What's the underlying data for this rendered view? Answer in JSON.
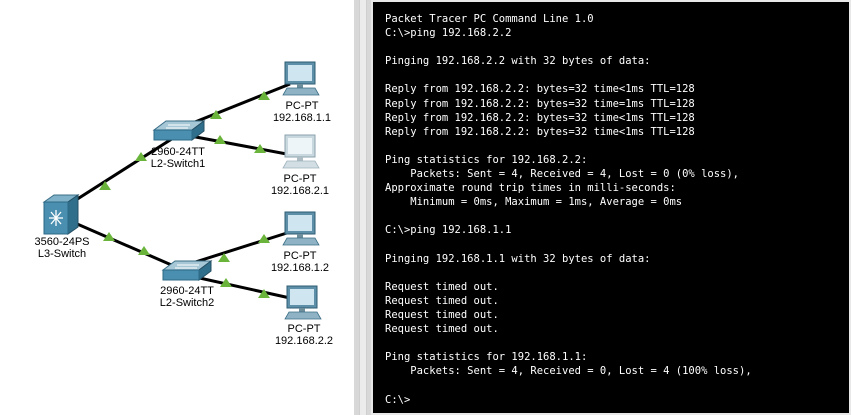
{
  "topology": {
    "devices": [
      {
        "id": "l3-switch",
        "model": "3560-24PS",
        "name": "L3-Switch"
      },
      {
        "id": "l2-switch1",
        "model": "2960-24TT",
        "name": "L2-Switch1"
      },
      {
        "id": "l2-switch2",
        "model": "2960-24TT",
        "name": "L2-Switch2"
      },
      {
        "id": "pc1",
        "model": "PC-PT",
        "name": "192.168.1.1"
      },
      {
        "id": "pc2",
        "model": "PC-PT",
        "name": "192.168.2.1"
      },
      {
        "id": "pc3",
        "model": "PC-PT",
        "name": "192.168.1.2"
      },
      {
        "id": "pc4",
        "model": "PC-PT",
        "name": "192.168.2.2"
      }
    ],
    "link_color": "#000000",
    "link_status_color": "#6ab43c"
  },
  "terminal": {
    "title": "Packet Tracer PC Command Line 1.0",
    "lines": [
      "Packet Tracer PC Command Line 1.0",
      "C:\\>ping 192.168.2.2",
      "",
      "Pinging 192.168.2.2 with 32 bytes of data:",
      "",
      "Reply from 192.168.2.2: bytes=32 time<1ms TTL=128",
      "Reply from 192.168.2.2: bytes=32 time=1ms TTL=128",
      "Reply from 192.168.2.2: bytes=32 time<1ms TTL=128",
      "Reply from 192.168.2.2: bytes=32 time<1ms TTL=128",
      "",
      "Ping statistics for 192.168.2.2:",
      "    Packets: Sent = 4, Received = 4, Lost = 0 (0% loss),",
      "Approximate round trip times in milli-seconds:",
      "    Minimum = 0ms, Maximum = 1ms, Average = 0ms",
      "",
      "C:\\>ping 192.168.1.1",
      "",
      "Pinging 192.168.1.1 with 32 bytes of data:",
      "",
      "Request timed out.",
      "Request timed out.",
      "Request timed out.",
      "Request timed out.",
      "",
      "Ping statistics for 192.168.1.1:",
      "    Packets: Sent = 4, Received = 0, Lost = 4 (100% loss),",
      "",
      "C:\\>"
    ]
  }
}
